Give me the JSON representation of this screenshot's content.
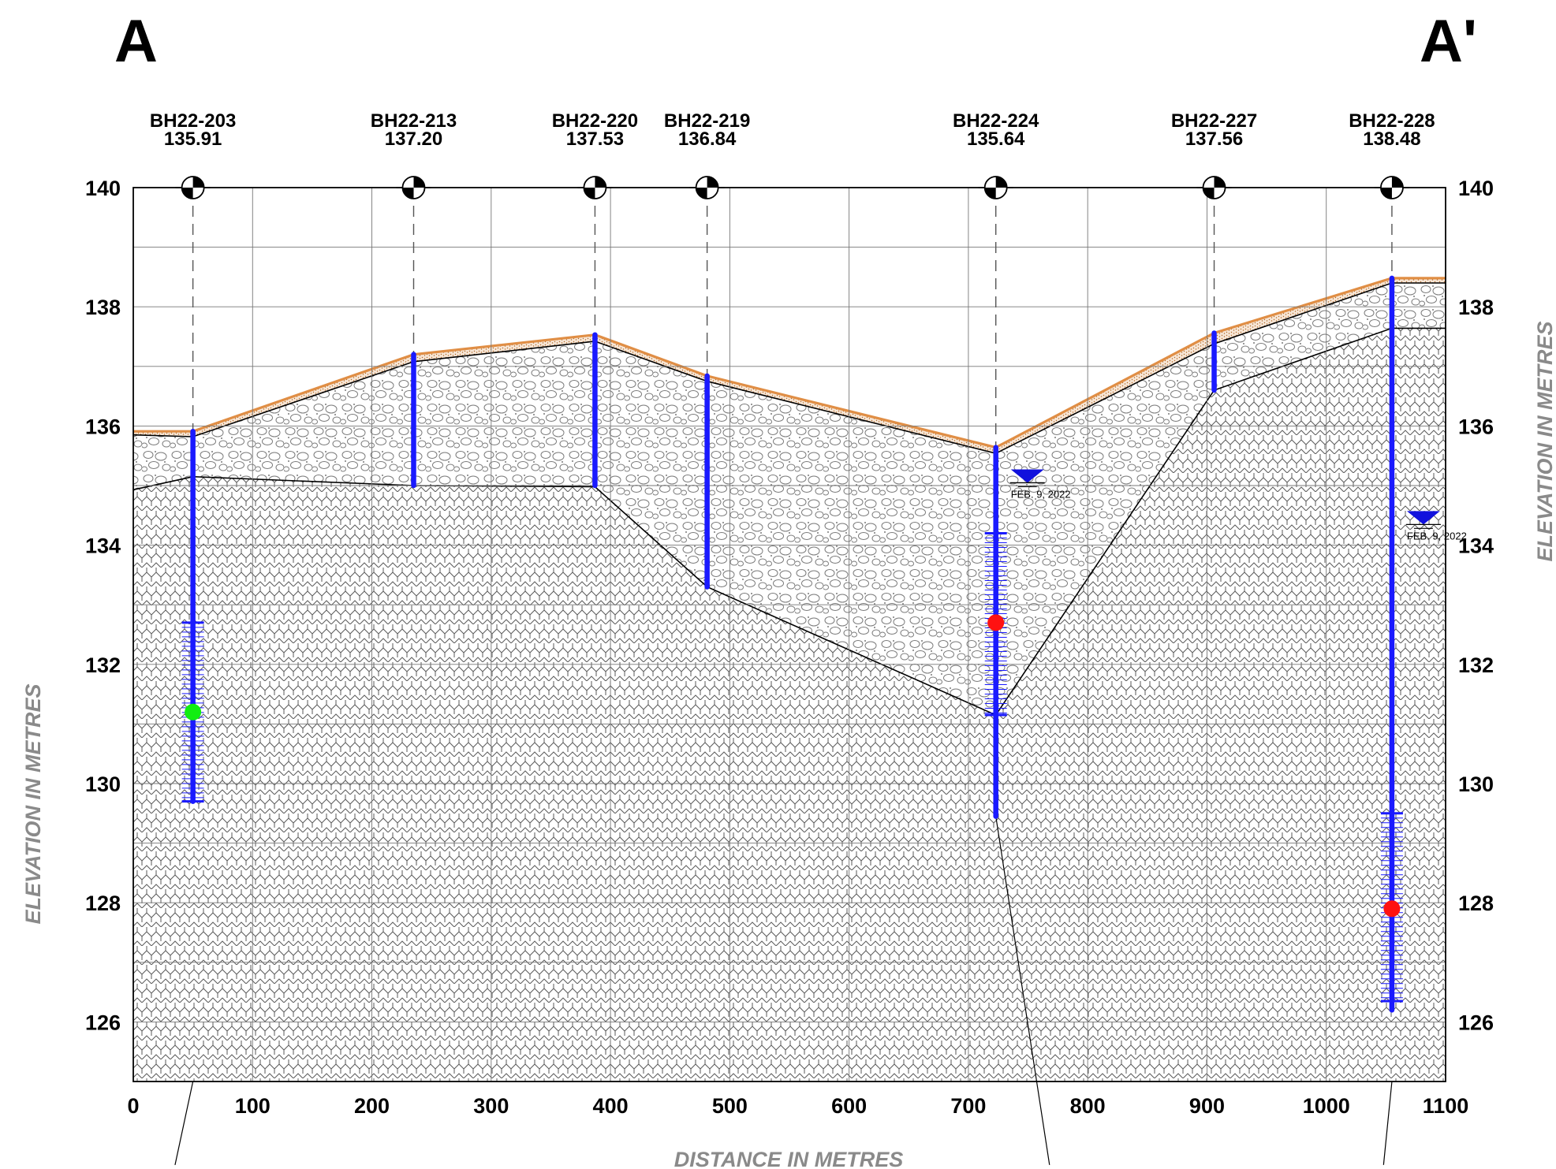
{
  "section_labels": {
    "left": "A",
    "right": "A'"
  },
  "colors": {
    "borehole": "#1a1aff",
    "topsoil": "#e08e45",
    "water_marker": "#1111dd",
    "green_marker": "#11ee11",
    "red_marker": "#ff1111",
    "grid": "#777777",
    "axis_title": "#8a8a8a"
  },
  "chart_data": {
    "type": "geologic-cross-section",
    "title": "",
    "xlabel": "DISTANCE IN METRES",
    "ylabel": "ELEVATION IN METRES",
    "xlim": [
      0,
      1100
    ],
    "ylim": [
      125,
      140
    ],
    "x_ticks": [
      0,
      100,
      200,
      300,
      400,
      500,
      600,
      700,
      800,
      900,
      1000,
      1100
    ],
    "y_ticks": [
      126,
      128,
      130,
      132,
      134,
      136,
      138,
      140
    ],
    "boreholes": [
      {
        "name": "BH22-203",
        "elevation_label": "135.91",
        "x": 50,
        "ground": 135.91,
        "bottom": 129.7,
        "screen_top": 132.7,
        "screen_bottom": 129.7,
        "marker_elev": 131.2,
        "marker": "green",
        "water_level": null,
        "water_date": ""
      },
      {
        "name": "BH22-213",
        "elevation_label": "137.20",
        "x": 235,
        "ground": 137.2,
        "bottom": 135.0,
        "screen_top": null,
        "screen_bottom": null,
        "marker_elev": null,
        "marker": "",
        "water_level": null,
        "water_date": ""
      },
      {
        "name": "BH22-220",
        "elevation_label": "137.53",
        "x": 387,
        "ground": 137.53,
        "bottom": 135.0,
        "screen_top": null,
        "screen_bottom": null,
        "marker_elev": null,
        "marker": "",
        "water_level": null,
        "water_date": ""
      },
      {
        "name": "BH22-219",
        "elevation_label": "136.84",
        "x": 481,
        "ground": 136.84,
        "bottom": 133.3,
        "screen_top": null,
        "screen_bottom": null,
        "marker_elev": null,
        "marker": "",
        "water_level": null,
        "water_date": ""
      },
      {
        "name": "BH22-224",
        "elevation_label": "135.64",
        "x": 723,
        "ground": 135.64,
        "bottom": 129.45,
        "screen_top": 134.2,
        "screen_bottom": 131.15,
        "marker_elev": 132.7,
        "marker": "red",
        "water_level": 135.1,
        "water_date": "FEB. 9, 2022"
      },
      {
        "name": "BH22-227",
        "elevation_label": "137.56",
        "x": 906,
        "ground": 137.56,
        "bottom": 136.6,
        "screen_top": null,
        "screen_bottom": null,
        "marker_elev": null,
        "marker": "",
        "water_level": null,
        "water_date": ""
      },
      {
        "name": "BH22-228",
        "elevation_label": "138.48",
        "x": 1055,
        "ground": 138.48,
        "bottom": 126.2,
        "screen_top": 129.5,
        "screen_bottom": 126.35,
        "marker_elev": 127.9,
        "marker": "red",
        "water_level": 134.4,
        "water_date": "FEB. 9, 2022"
      }
    ],
    "ground_surface": [
      [
        0,
        135.91
      ],
      [
        50,
        135.91
      ],
      [
        235,
        137.2
      ],
      [
        387,
        137.53
      ],
      [
        481,
        136.84
      ],
      [
        723,
        135.64
      ],
      [
        906,
        137.56
      ],
      [
        1055,
        138.48
      ],
      [
        1100,
        138.48
      ]
    ],
    "fill_base": [
      [
        0,
        135.85
      ],
      [
        50,
        135.82
      ],
      [
        235,
        137.08
      ],
      [
        387,
        137.42
      ],
      [
        481,
        136.75
      ],
      [
        723,
        135.54
      ],
      [
        906,
        137.38
      ],
      [
        1055,
        138.4
      ],
      [
        1100,
        138.4
      ]
    ],
    "bedrock_surface": [
      [
        0,
        134.93
      ],
      [
        50,
        135.15
      ],
      [
        235,
        135.0
      ],
      [
        387,
        134.98
      ],
      [
        481,
        133.3
      ],
      [
        723,
        131.15
      ],
      [
        906,
        136.6
      ],
      [
        1055,
        137.64
      ],
      [
        1100,
        137.64
      ]
    ],
    "leader_lines": [
      {
        "top_x": 50,
        "top_elev": 125,
        "bottom_x": 35,
        "bottom_elev": 123.6
      },
      {
        "top_x": 723,
        "top_elev": 129.45,
        "bottom_x": 768,
        "bottom_elev": 123.6
      },
      {
        "top_x": 1055,
        "top_elev": 125,
        "bottom_x": 1048,
        "bottom_elev": 123.6
      }
    ]
  }
}
